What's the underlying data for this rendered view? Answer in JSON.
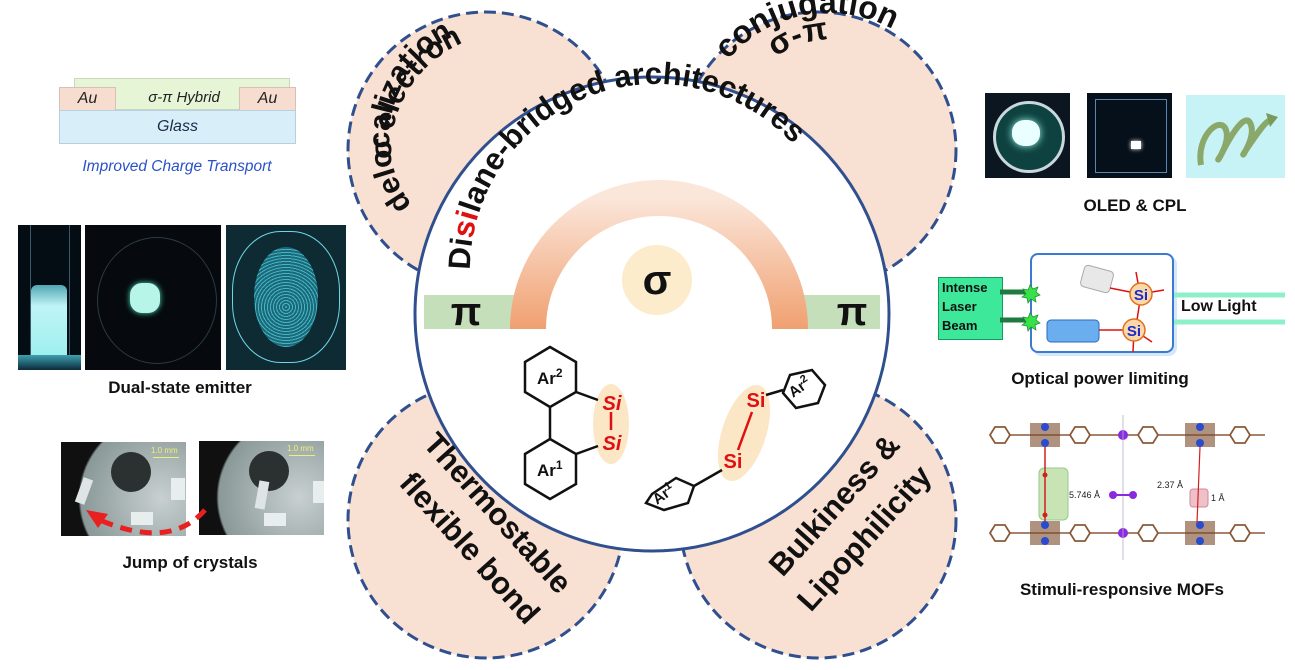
{
  "center": {
    "title_prefix": "Di",
    "title_highlight": "si",
    "title_suffix": "lane-bridged architectures",
    "sigma_label": "σ",
    "pi_left_label": "π",
    "pi_right_label": "π",
    "colors": {
      "circle_border": "#2f4f8f",
      "petal_fill": "#f8e0d2",
      "petal_border": "#2f4f8f",
      "arc_color": "#f0a070",
      "sigma_bubble": "#fdeccb",
      "pi_band": "#c6dfbb",
      "si_red": "#e01010"
    }
  },
  "petals": [
    {
      "id": "top-left",
      "line1": "σ electron",
      "line2": "delocalization"
    },
    {
      "id": "top-right",
      "line1": "σ-π",
      "line2": "conjugation"
    },
    {
      "id": "bottom-left",
      "line1": "Thermostable",
      "line2": "flexible bond"
    },
    {
      "id": "bottom-right",
      "line1": "Bulkiness &",
      "line2": "Lipophilicity"
    }
  ],
  "structures": {
    "cyclic": {
      "ar_top": "Ar",
      "ar_top_sup": "2",
      "ar_bottom": "Ar",
      "ar_bottom_sup": "1",
      "si_top": "Si",
      "si_bottom": "Si"
    },
    "linear": {
      "ar_top": "Ar",
      "ar_top_sup": "2",
      "ar_bottom": "Ar",
      "ar_bottom_sup": "1",
      "si_top": "Si",
      "si_bottom": "Si"
    }
  },
  "panels": {
    "charge_transport": {
      "au_left": "Au",
      "hybrid": "σ-π Hybrid",
      "au_right": "Au",
      "glass": "Glass",
      "caption": "Improved Charge Transport"
    },
    "dual_state": {
      "caption": "Dual-state emitter"
    },
    "jump_crystals": {
      "scale_left": "1.0 mm",
      "scale_right": "1.0 mm",
      "caption": "Jump of crystals"
    },
    "oled_cpl": {
      "caption": "OLED & CPL"
    },
    "optical_limiting": {
      "laser_line1": "Intense",
      "laser_line2": "Laser",
      "laser_line3": "Beam",
      "si_top": "Si",
      "si_bottom": "Si",
      "output_label": "Low Light",
      "caption": "Optical power limiting"
    },
    "mofs": {
      "distance_1": "5.746 Å",
      "distance_2": "2.37 Å",
      "distance_3": "1 Å",
      "caption": "Stimuli-responsive MOFs"
    }
  }
}
